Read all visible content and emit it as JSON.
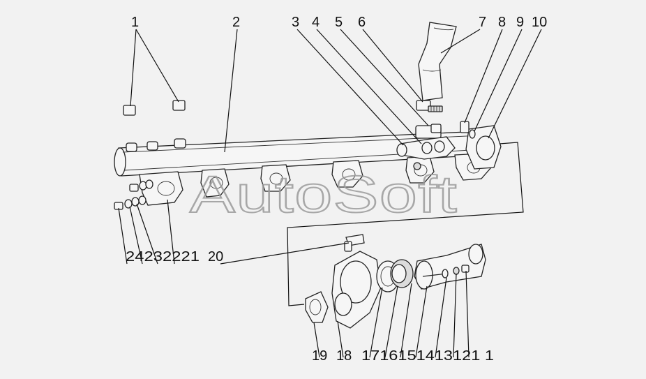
{
  "watermark": "AutoSoft",
  "callouts": [
    {
      "id": "callout-1",
      "text": "1"
    },
    {
      "id": "callout-2",
      "text": "2"
    },
    {
      "id": "callout-3",
      "text": "3"
    },
    {
      "id": "callout-4",
      "text": "4"
    },
    {
      "id": "callout-5",
      "text": "5"
    },
    {
      "id": "callout-6",
      "text": "6"
    },
    {
      "id": "callout-7",
      "text": "7"
    },
    {
      "id": "callout-8",
      "text": "8"
    },
    {
      "id": "callout-9",
      "text": "9"
    },
    {
      "id": "callout-10",
      "text": "10"
    },
    {
      "id": "callout-20",
      "text": "20"
    },
    {
      "id": "callout-19",
      "text": "19"
    },
    {
      "id": "callout-18",
      "text": "18"
    },
    {
      "id": "callout-21-24",
      "text": "24232221"
    },
    {
      "id": "callout-11-17",
      "text": "1716151413121 1"
    }
  ],
  "colors": {
    "background": "#f2f2f2",
    "line": "#111111",
    "watermark": "#9a9a9a"
  }
}
